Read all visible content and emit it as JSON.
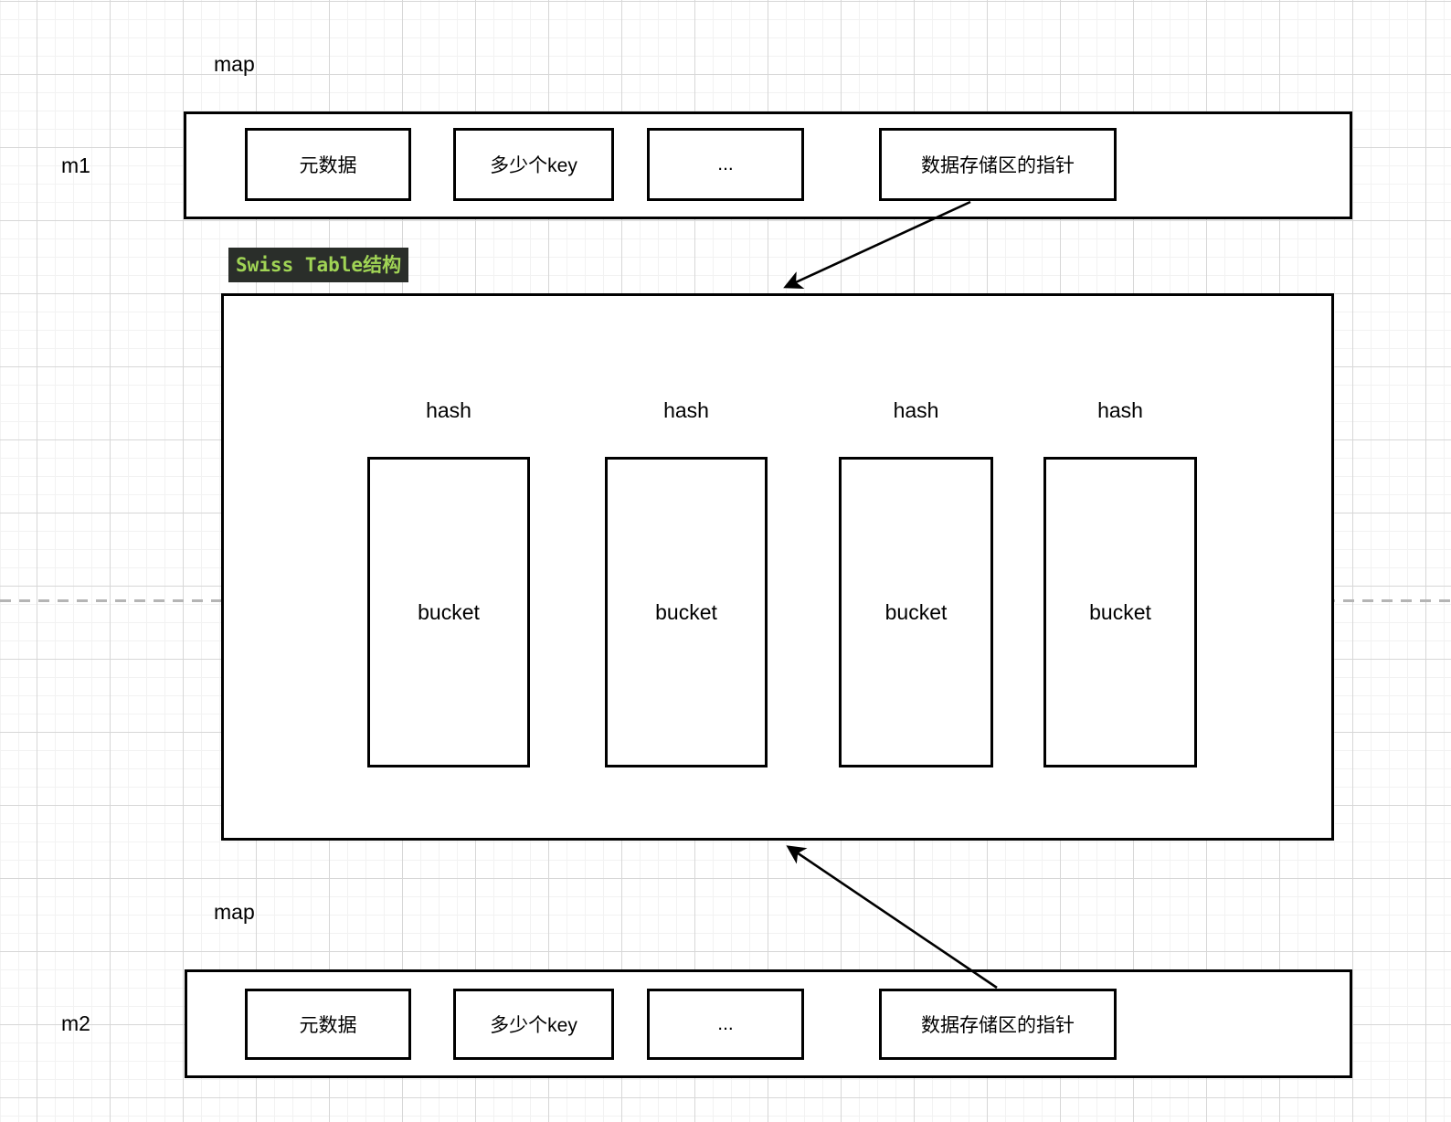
{
  "diagram": {
    "m1": {
      "map_label": "map",
      "name": "m1",
      "cells": [
        "元数据",
        "多少个key",
        "...",
        "数据存储区的指针"
      ]
    },
    "badge": {
      "text": "Swiss Table结构"
    },
    "swiss": {
      "columns": [
        {
          "hash_label": "hash",
          "bucket_label": "bucket"
        },
        {
          "hash_label": "hash",
          "bucket_label": "bucket"
        },
        {
          "hash_label": "hash",
          "bucket_label": "bucket"
        },
        {
          "hash_label": "hash",
          "bucket_label": "bucket"
        }
      ]
    },
    "m2": {
      "map_label": "map",
      "name": "m2",
      "cells": [
        "元数据",
        "多少个key",
        "...",
        "数据存储区的指针"
      ]
    },
    "colors": {
      "stroke": "#000000",
      "shape_fill": "#ffffff",
      "badge_bg": "#2a2e2a",
      "badge_text": "#a0d455",
      "grid_minor": "#f2f2f2",
      "grid_major": "#d7d7d7",
      "dashed_line": "#b5b5b5"
    }
  }
}
